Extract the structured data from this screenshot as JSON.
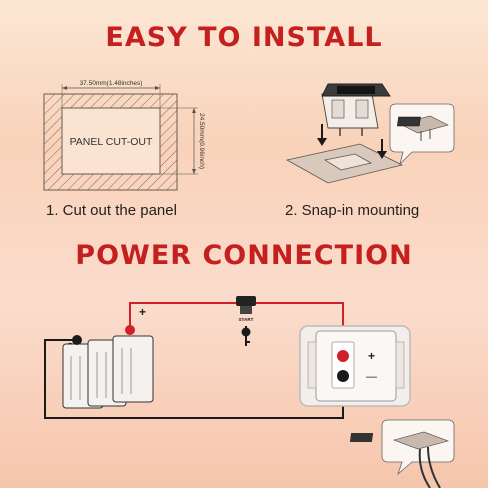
{
  "titles": {
    "install": "EASY TO INSTALL",
    "power": "POWER CONNECTION"
  },
  "cutout": {
    "label": "PANEL CUT-OUT",
    "width_dim": "37.50mm(1.48inches)",
    "height_dim": "24.50mm(0.96inch)"
  },
  "steps": {
    "step1": "1.  Cut out the panel",
    "step2": "2. Snap-in mounting"
  },
  "wiring": {
    "battery_plus": "+",
    "battery_minus": "-",
    "switch_plus": "+",
    "switch_minus": "—",
    "switch_label": "START"
  },
  "colors": {
    "title": "#c4201f",
    "wire_positive": "#d2202a",
    "wire_negative": "#1a1a1a"
  }
}
